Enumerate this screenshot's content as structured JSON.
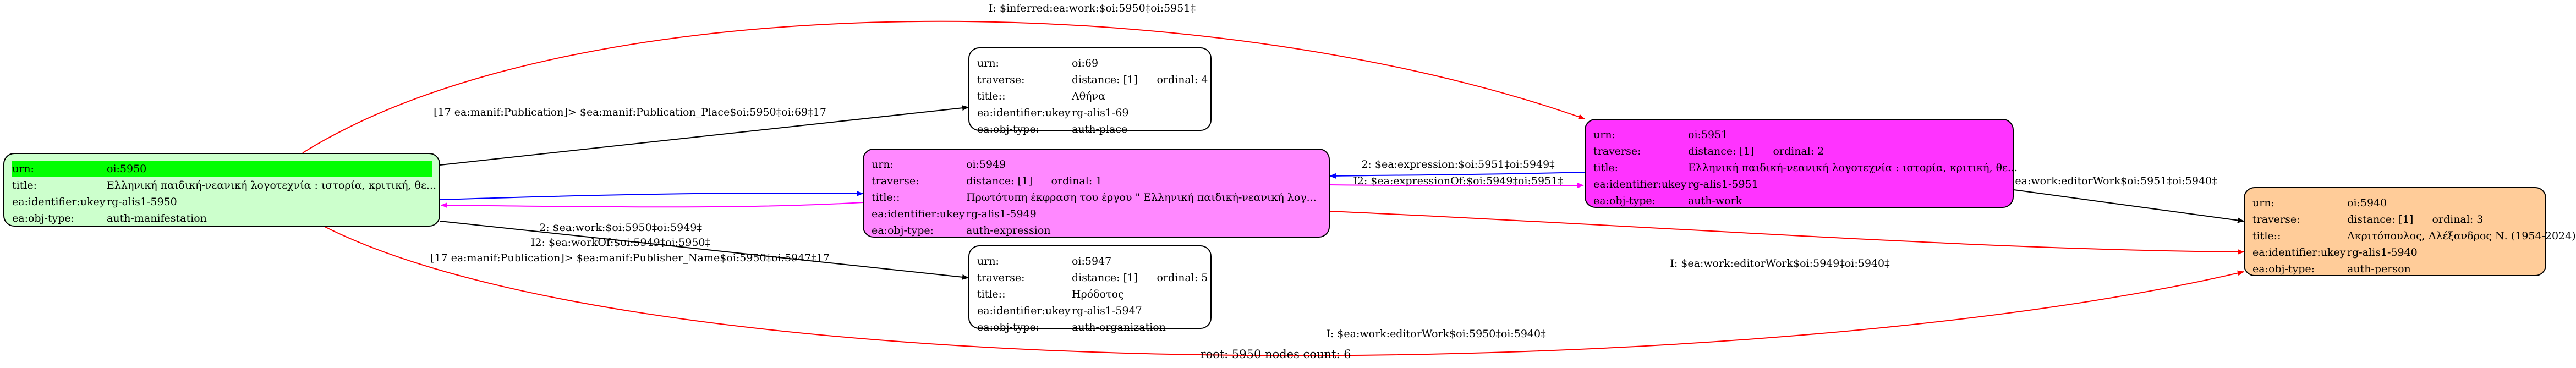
{
  "nodes": {
    "n5950": {
      "fill": "#ccffcc",
      "rows": [
        {
          "k": "urn:",
          "v": "oi:5950"
        },
        {
          "k": "title:",
          "v": "Ελληνική παιδική-νεανική λογοτεχνία : ιστορία, κριτική, θε..."
        },
        {
          "k": "ea:identifier:ukey",
          "v": "rg-alis1-5950"
        },
        {
          "k": "ea:obj-type:",
          "v": "auth-manifestation"
        }
      ]
    },
    "n69": {
      "fill": "#ffffff",
      "rows": [
        {
          "k": "urn:",
          "v": "oi:69"
        },
        {
          "k": "traverse:",
          "v": "distance: [1]",
          "v2": "ordinal: 4"
        },
        {
          "k": "title::",
          "v": "Αθήνα"
        },
        {
          "k": "ea:identifier:ukey",
          "v": "rg-alis1-69"
        },
        {
          "k": "ea:obj-type:",
          "v": "auth-place"
        }
      ]
    },
    "n5949": {
      "fill": "#ff88ff",
      "rows": [
        {
          "k": "urn:",
          "v": "oi:5949"
        },
        {
          "k": "traverse:",
          "v": "distance: [1]",
          "v2": "ordinal: 1"
        },
        {
          "k": "title::",
          "v": "Πρωτότυπη έκφραση του έργου \" Ελληνική παιδική-νεανική λογ..."
        },
        {
          "k": "ea:identifier:ukey",
          "v": "rg-alis1-5949"
        },
        {
          "k": "ea:obj-type:",
          "v": "auth-expression"
        }
      ]
    },
    "n5947": {
      "fill": "#ffffff",
      "rows": [
        {
          "k": "urn:",
          "v": "oi:5947"
        },
        {
          "k": "traverse:",
          "v": "distance: [1]",
          "v2": "ordinal: 5"
        },
        {
          "k": "title::",
          "v": "Ηρόδοτος"
        },
        {
          "k": "ea:identifier:ukey",
          "v": "rg-alis1-5947"
        },
        {
          "k": "ea:obj-type:",
          "v": "auth-organization"
        }
      ]
    },
    "n5951": {
      "fill": "#ff33ff",
      "rows": [
        {
          "k": "urn:",
          "v": "oi:5951"
        },
        {
          "k": "traverse:",
          "v": "distance: [1]",
          "v2": "ordinal: 2"
        },
        {
          "k": "title:",
          "v": "Ελληνική παιδική-νεανική λογοτεχνία : ιστορία, κριτική, θε..."
        },
        {
          "k": "ea:identifier:ukey",
          "v": "rg-alis1-5951"
        },
        {
          "k": "ea:obj-type:",
          "v": "auth-work"
        }
      ]
    },
    "n5940": {
      "fill": "#ffcc99",
      "rows": [
        {
          "k": "urn:",
          "v": "oi:5940"
        },
        {
          "k": "traverse:",
          "v": "distance: [1]",
          "v2": "ordinal: 3"
        },
        {
          "k": "title::",
          "v": "Ακριτόπουλος, Αλέξανδρος Ν. (1954-2024)"
        },
        {
          "k": "ea:identifier:ukey",
          "v": "rg-alis1-5940"
        },
        {
          "k": "ea:obj-type:",
          "v": "auth-person"
        }
      ]
    }
  },
  "edges": {
    "inferred_work": {
      "label": "I: $inferred:ea:work:$oi:5950‡oi:5951‡",
      "color": "#ff0000"
    },
    "publication_place": {
      "label": "[17 ea:manif:Publication]> $ea:manif:Publication_Place$oi:5950‡oi:69‡17",
      "color": "#000000"
    },
    "work_of_manif": {
      "label": "2: $ea:work:$oi:5950‡oi:5949‡",
      "color": "#0000ff"
    },
    "work_of_back": {
      "label": "I2: $ea:workOf:$oi:5949‡oi:5950‡",
      "color": "#ff00ff"
    },
    "publisher_name": {
      "label": "[17 ea:manif:Publication]> $ea:manif:Publisher_Name$oi:5950‡oi:5947‡17",
      "color": "#000000"
    },
    "expression": {
      "label": "2: $ea:expression:$oi:5951‡oi:5949‡",
      "color": "#0000ff"
    },
    "expression_of": {
      "label": "I2: $ea:expressionOf:$oi:5949‡oi:5951‡",
      "color": "#ff00ff"
    },
    "editor_work_5951": {
      "label": "$ea:work:editorWork$oi:5951‡oi:5940‡",
      "color": "#000000"
    },
    "editor_work_5949": {
      "label": "I: $ea:work:editorWork$oi:5949‡oi:5940‡",
      "color": "#ff0000"
    },
    "editor_work_5950": {
      "label": "I: $ea:work:editorWork$oi:5950‡oi:5940‡",
      "color": "#ff0000"
    }
  },
  "caption": "root: 5950 nodes count: 6"
}
